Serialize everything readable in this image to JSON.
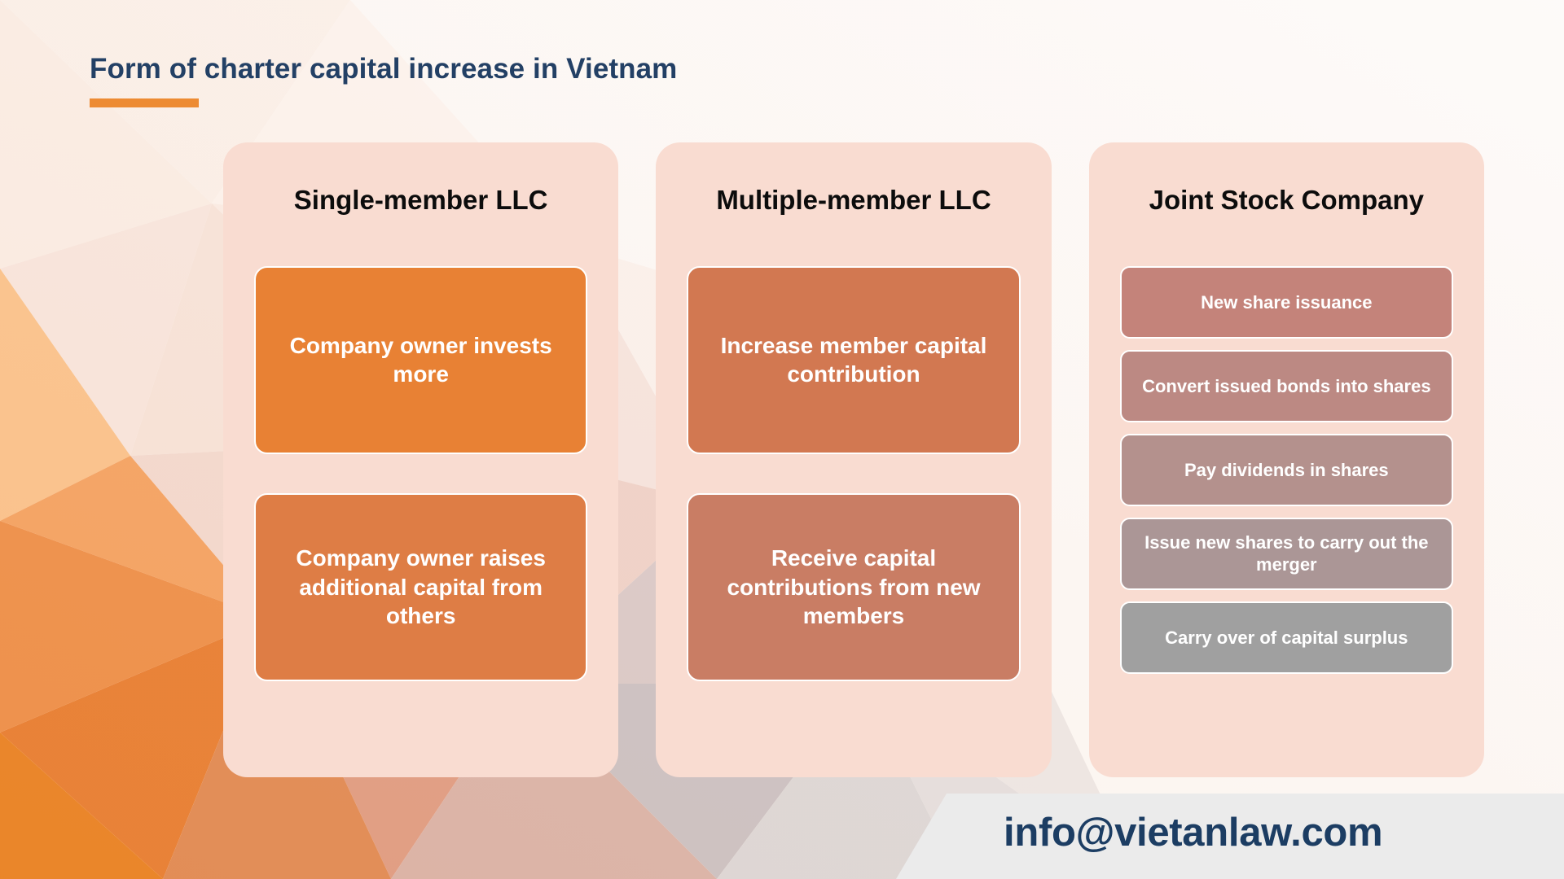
{
  "title": {
    "text": "Form of charter capital increase in Vietnam",
    "color": "#234065",
    "rule_color": "#ED8B33"
  },
  "columns": [
    {
      "header": "Single-member LLC",
      "card_bg": "#F9DCD1",
      "layout": "two-up",
      "items": [
        {
          "label": "Company owner invests more",
          "color": "#E88134"
        },
        {
          "label": "Company owner raises additional capital from others",
          "color": "#DE7D45"
        }
      ]
    },
    {
      "header": "Multiple-member LLC",
      "card_bg": "#F9DCD1",
      "layout": "two-up",
      "items": [
        {
          "label": "Increase member capital contribution",
          "color": "#D27851"
        },
        {
          "label": "Receive capital contributions from new members",
          "color": "#C97D64"
        }
      ]
    },
    {
      "header": "Joint Stock Company",
      "card_bg": "#F9DCD1",
      "layout": "five-up",
      "items": [
        {
          "label": "New share issuance",
          "color": "#C4837A"
        },
        {
          "label": "Convert issued bonds into shares",
          "color": "#BC8983"
        },
        {
          "label": "Pay dividends in shares",
          "color": "#B4918D"
        },
        {
          "label": "Issue new shares to carry out the merger",
          "color": "#AB9696"
        },
        {
          "label": "Carry over of capital surplus",
          "color": "#A0A0A0"
        }
      ]
    }
  ],
  "footer": {
    "email": "info@vietanlaw.com",
    "band_color": "#EBEBEB",
    "email_color": "#1C3D63"
  }
}
